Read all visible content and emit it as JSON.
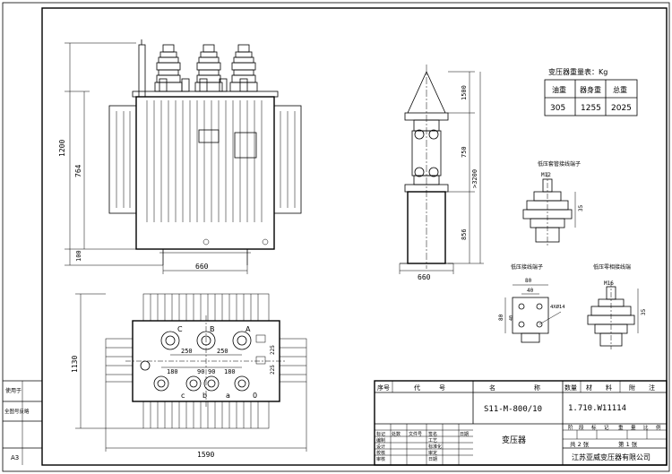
{
  "drawing": {
    "sheet_size": "A3",
    "left_margin_labels": [
      "使用于",
      "全图号反略"
    ],
    "weight_table": {
      "title": "变压器重量表：Kg",
      "headers": [
        "油重",
        "器身重",
        "总重"
      ],
      "values": [
        "305",
        "1255",
        "2025"
      ]
    },
    "detail_titles": {
      "hv_bushing": "低压套管接线端子",
      "lv_terminal": "低压接线端子",
      "neutral_terminal": "低压零相接线端"
    },
    "detail_labels": {
      "m12": "M12",
      "d35a": "35",
      "d80a": "80",
      "d40a": "40",
      "d80b": "80",
      "d40b": "40",
      "hole": "4XØ14",
      "m16": "M16",
      "d35b": "35"
    },
    "front_view_dims": {
      "height_total": "1200",
      "height_body": "764",
      "height_base": "100",
      "width": "660"
    },
    "side_view_dims": {
      "top": "1500",
      "mid": "750",
      "overall": ">3200",
      "bottom": "856",
      "width": "660"
    },
    "top_view": {
      "depth": "1130",
      "width": "1590",
      "spacing_hv": "250",
      "spacing_hv2": "250",
      "spacing_side": "225",
      "spacing_side2": "225",
      "lv_spacing": [
        "180",
        "90",
        "90",
        "180"
      ],
      "hv_phase_labels": [
        "C",
        "B",
        "A"
      ],
      "lv_phase_labels": [
        "c",
        "b",
        "a",
        "0"
      ]
    },
    "title_block": {
      "header": [
        "序号",
        "代",
        "号",
        "名",
        "称",
        "数量",
        "材",
        "料",
        "附",
        "注"
      ],
      "model": "S11-M-800/10",
      "drawing_no": "1.710.W11114",
      "product_name": "变压器",
      "sign_rows": [
        "标记",
        "处数",
        "文件号",
        "签名",
        "日期"
      ],
      "staff": [
        "编制",
        "设计",
        "校核",
        "审核"
      ],
      "process": [
        "工艺",
        "标准化",
        "审定",
        "日期"
      ],
      "meta_head": [
        "阶",
        "段",
        "标",
        "记",
        "重",
        "量",
        "比",
        "例"
      ],
      "sheets_total": "共 2 张",
      "sheet_num": "第 1 张",
      "company": "江苏亚威变压器有限公司"
    }
  }
}
